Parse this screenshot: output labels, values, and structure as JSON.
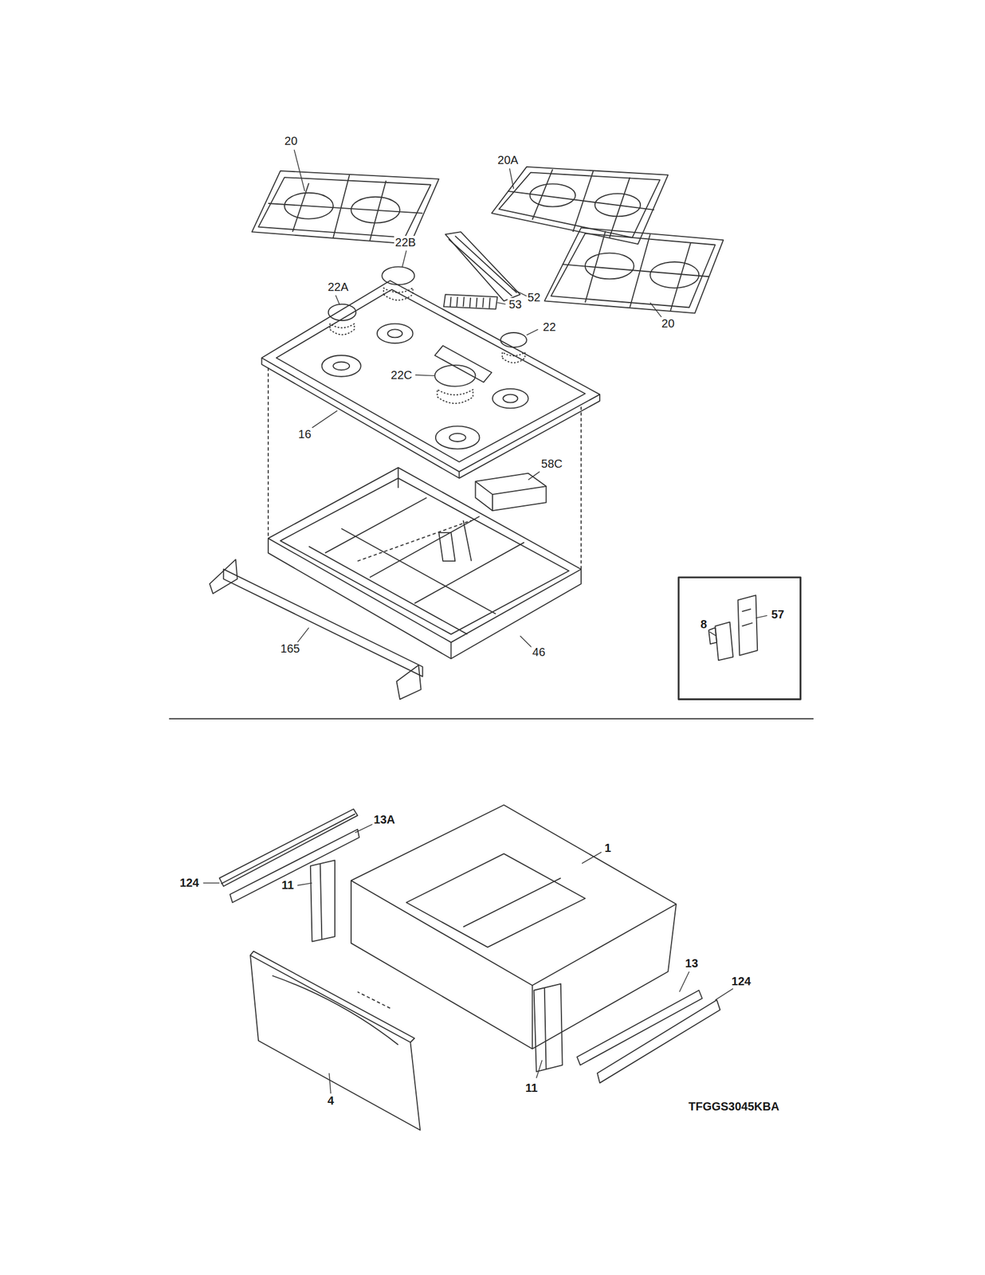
{
  "diagram": {
    "labels": [
      "20",
      "20A",
      "22B",
      "52",
      "53",
      "22A",
      "22",
      "20",
      "22C",
      "16",
      "58C",
      "8",
      "57",
      "165",
      "46",
      "13A",
      "124",
      "11",
      "1",
      "13",
      "124",
      "11",
      "4",
      "TFGGS3045KBA"
    ]
  }
}
